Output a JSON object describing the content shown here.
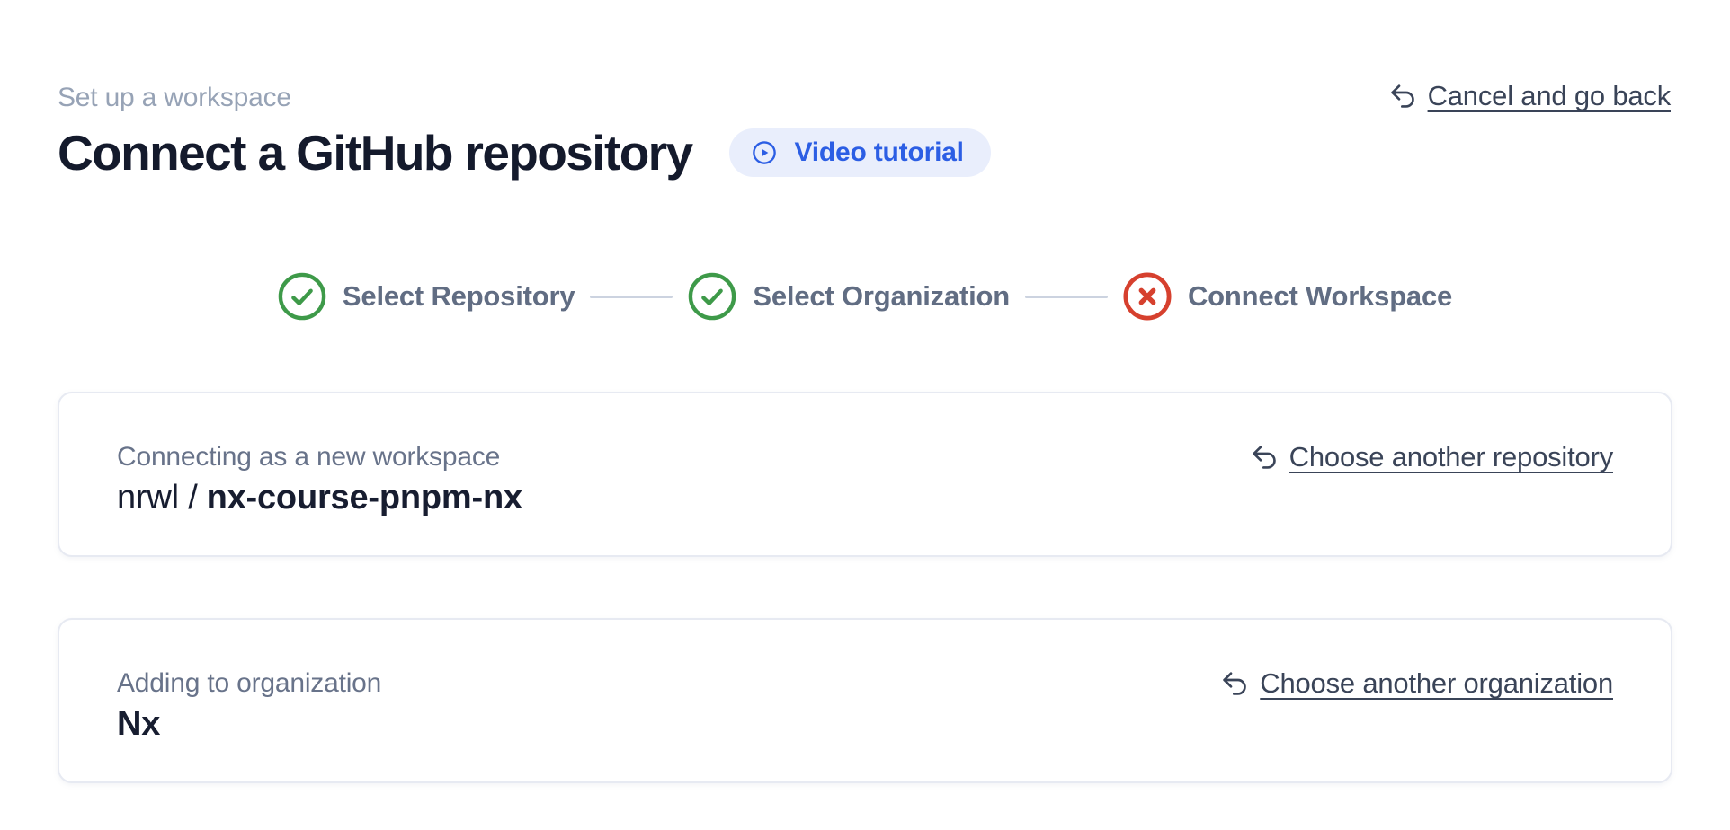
{
  "header": {
    "eyebrow": "Set up a workspace",
    "title": "Connect a GitHub repository",
    "video_button_label": "Video tutorial",
    "cancel_label": "Cancel and go back"
  },
  "stepper": {
    "steps": [
      {
        "label": "Select Repository",
        "status": "complete",
        "icon": "check-circle-icon"
      },
      {
        "label": "Select Organization",
        "status": "complete",
        "icon": "check-circle-icon"
      },
      {
        "label": "Connect Workspace",
        "status": "error",
        "icon": "x-circle-icon"
      }
    ]
  },
  "cards": {
    "repository": {
      "label": "Connecting as a new workspace",
      "owner": "nrwl /",
      "name": "nx-course-pnpm-nx",
      "action_label": "Choose another repository"
    },
    "organization": {
      "label": "Adding to organization",
      "owner": "",
      "name": "Nx",
      "action_label": "Choose another organization"
    }
  },
  "colors": {
    "accent_blue": "#2c5ee4",
    "pill_background": "#e9eefc",
    "success_green": "#3e9a49",
    "error_red": "#d6402e",
    "connector_gray": "#ccd3e0",
    "link_slate": "#3a4458",
    "muted_gray": "#97a3b6",
    "heading_navy": "#141a2c"
  }
}
